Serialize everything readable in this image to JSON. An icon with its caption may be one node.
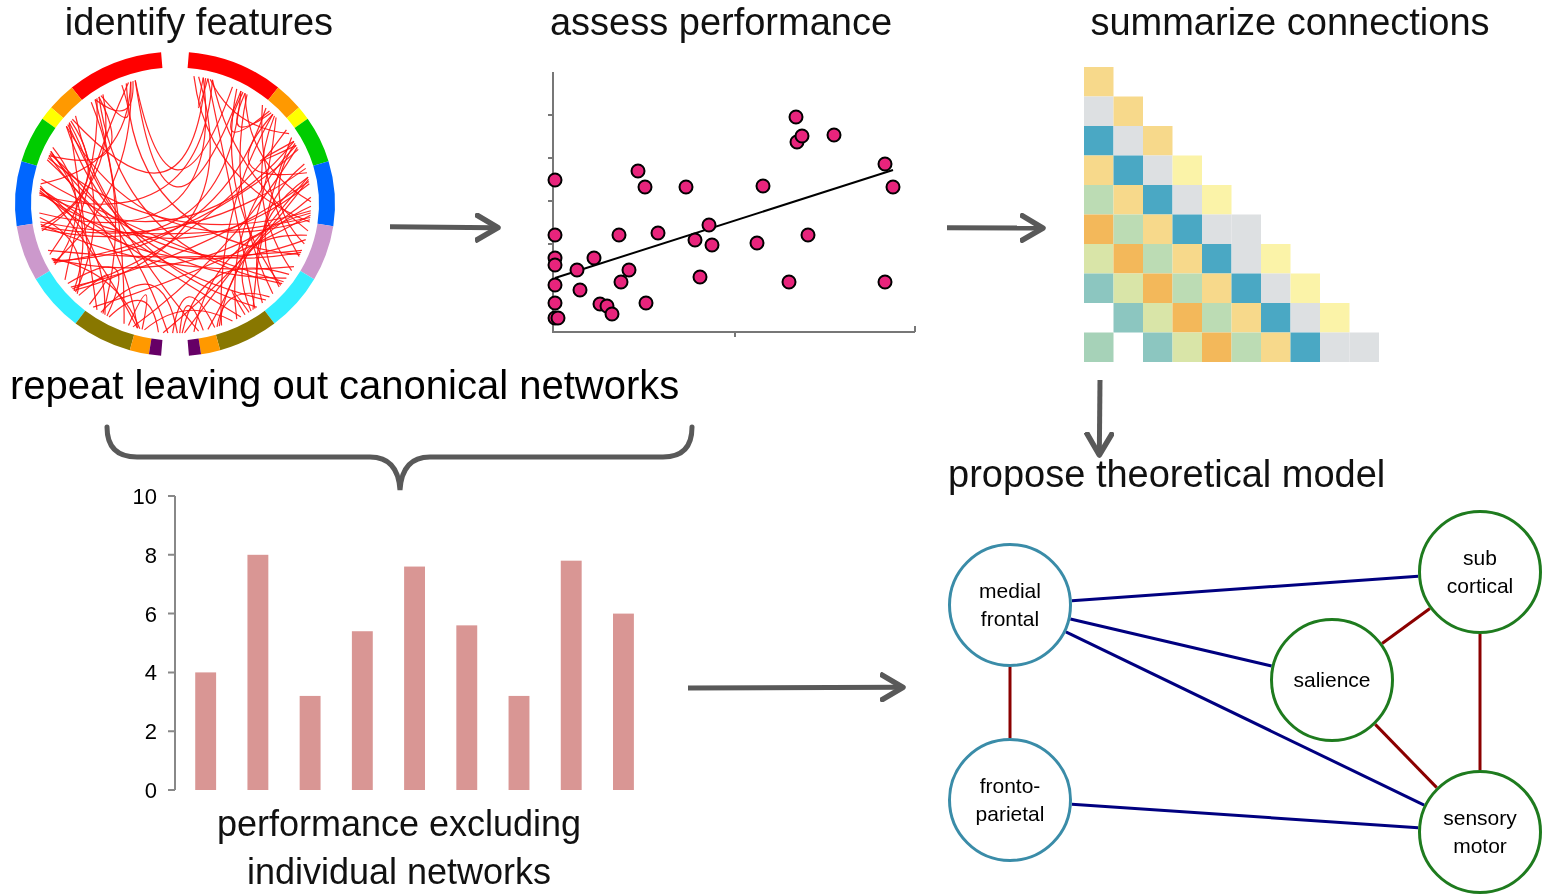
{
  "diagram": {
    "nodes": [
      {
        "text": [
          "identify features"
        ]
      },
      {
        "text": [
          "assess performance"
        ]
      },
      {
        "text": [
          "summarize connections"
        ]
      },
      {
        "text": [
          "performance excluding individual networks"
        ]
      },
      {
        "text": [
          "propose theoretical model"
        ]
      },
      {
        "text": [
          "medial frontal"
        ],
        "in": 4
      },
      {
        "text": [
          "sub cortical"
        ],
        "in": 4
      },
      {
        "text": [
          "salience"
        ],
        "in": 4
      },
      {
        "text": [
          "fronto- parietal"
        ],
        "in": 4
      },
      {
        "text": [
          "sensory motor"
        ],
        "in": 4
      }
    ],
    "edges": [
      {
        "from": 0,
        "to": 1,
        "arrow": "to"
      },
      {
        "from": 1,
        "to": 2,
        "arrow": "to"
      },
      {
        "from": 2,
        "to": 4,
        "arrow": "to"
      },
      {
        "from": 3,
        "to": 4,
        "arrow": "to"
      },
      {
        "from": 5,
        "to": 6,
        "arrow": "none",
        "color": "#000080"
      },
      {
        "from": 5,
        "to": 7,
        "arrow": "none",
        "color": "#000080"
      },
      {
        "from": 5,
        "to": 9,
        "arrow": "none",
        "color": "#000080"
      },
      {
        "from": 5,
        "to": 8,
        "arrow": "none",
        "color": "#8b0000"
      },
      {
        "from": 6,
        "to": 7,
        "arrow": "none",
        "color": "#8b0000"
      },
      {
        "from": 6,
        "to": 9,
        "arrow": "none",
        "color": "#8b0000"
      },
      {
        "from": 7,
        "to": 9,
        "arrow": "none",
        "color": "#8b0000"
      },
      {
        "from": 8,
        "to": 9,
        "arrow": "none",
        "color": "#000080"
      }
    ],
    "labels": [
      "repeat leaving out canonical networks"
    ],
    "chart_data": {
      "type": "bar",
      "ylim": [
        0,
        10
      ],
      "yticks": [
        0,
        2,
        4,
        6,
        8,
        10
      ],
      "series": [
        {
          "color": "#d99694",
          "values": [
            4,
            8,
            3.2,
            5.4,
            7.6,
            5.6,
            3.2,
            7.8,
            6
          ]
        }
      ]
    }
  }
}
